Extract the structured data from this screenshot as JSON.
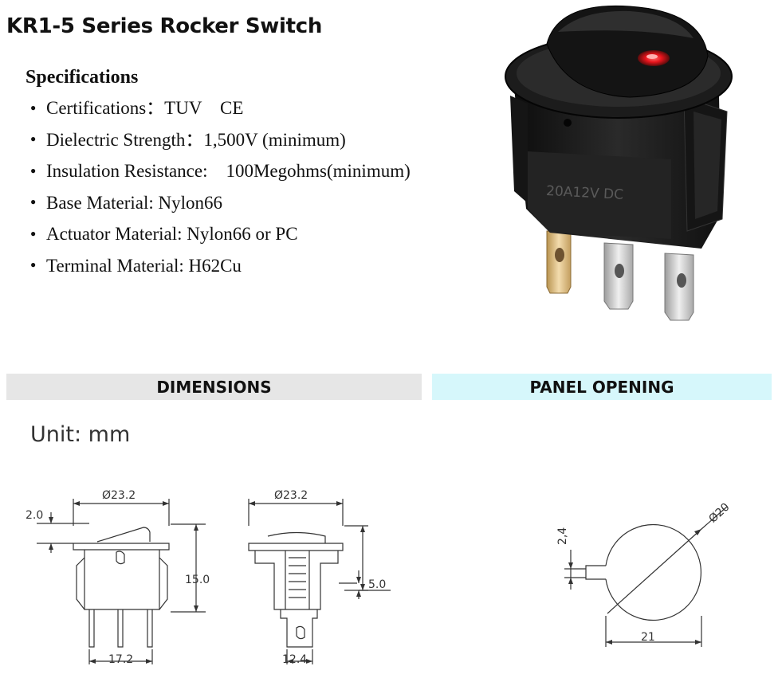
{
  "title": "KR1-5 Series Rocker Switch",
  "specifications": {
    "heading": "Specifications",
    "items": [
      "Certifications：TUV    CE",
      "Dielectric Strength：1,500V (minimum)",
      "Insulation Resistance:    100Megohms(minimum)",
      "Base Material: Nylon66",
      "Actuator Material: Nylon66 or PC",
      "Terminal Material: H62Cu"
    ]
  },
  "product": {
    "body_marking": "20A12V DC",
    "lamp_color": "#e8141c"
  },
  "sections": {
    "dimensions": "DIMENSIONS",
    "panel_opening": "PANEL OPENING"
  },
  "unit_label": "Unit: mm",
  "front_view": {
    "diameter": "Ø23.2",
    "rocker_height": "2.0",
    "body_height": "15.0",
    "pin_span": "17.2"
  },
  "side_view": {
    "diameter": "Ø23.2",
    "thickness": "5.0",
    "terminal_span": "12.4"
  },
  "panel_view": {
    "diameter": "Ø20",
    "key_width": "2,4",
    "width": "21"
  },
  "colors": {
    "band_dimensions": "#e6e6e6",
    "band_panel": "#d6f7fb",
    "switch_body": "#1c1c1c",
    "terminal_silver": "#c9c9c9",
    "terminal_brass": "#d8b777"
  }
}
